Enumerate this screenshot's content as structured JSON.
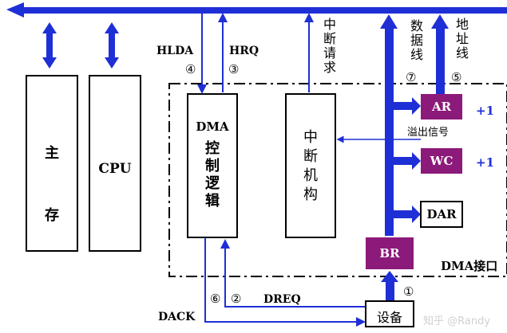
{
  "main_memory_label": [
    "主",
    "存"
  ],
  "cpu_label": "CPU",
  "dma_logic": {
    "title": "DMA",
    "chars": [
      "控",
      "制",
      "逻",
      "辑"
    ]
  },
  "interrupt_mechanism": [
    "中",
    "断",
    "机",
    "构"
  ],
  "registers": {
    "ar": "AR",
    "wc": "WC",
    "dar": "DAR",
    "br": "BR",
    "ar_increment": "+1",
    "wc_increment": "+1"
  },
  "device_label": "设备",
  "interface_label": "DMA接口",
  "signals": {
    "hlda": "HLDA",
    "hrq": "HRQ",
    "dack": "DACK",
    "dreq": "DREQ",
    "interrupt_request": "中断请求",
    "data_line": "数据线",
    "address_line": "地址线",
    "overflow_signal": "溢出信号"
  },
  "steps": {
    "s1": "①",
    "s2": "②",
    "s3": "③",
    "s4": "④",
    "s5": "⑤",
    "s6": "⑥",
    "s7": "⑦"
  },
  "watermark": "知乎 @Randy",
  "colors": {
    "bus": "#1f2fd6",
    "register": "#8c1a7a",
    "line": "#000000"
  }
}
